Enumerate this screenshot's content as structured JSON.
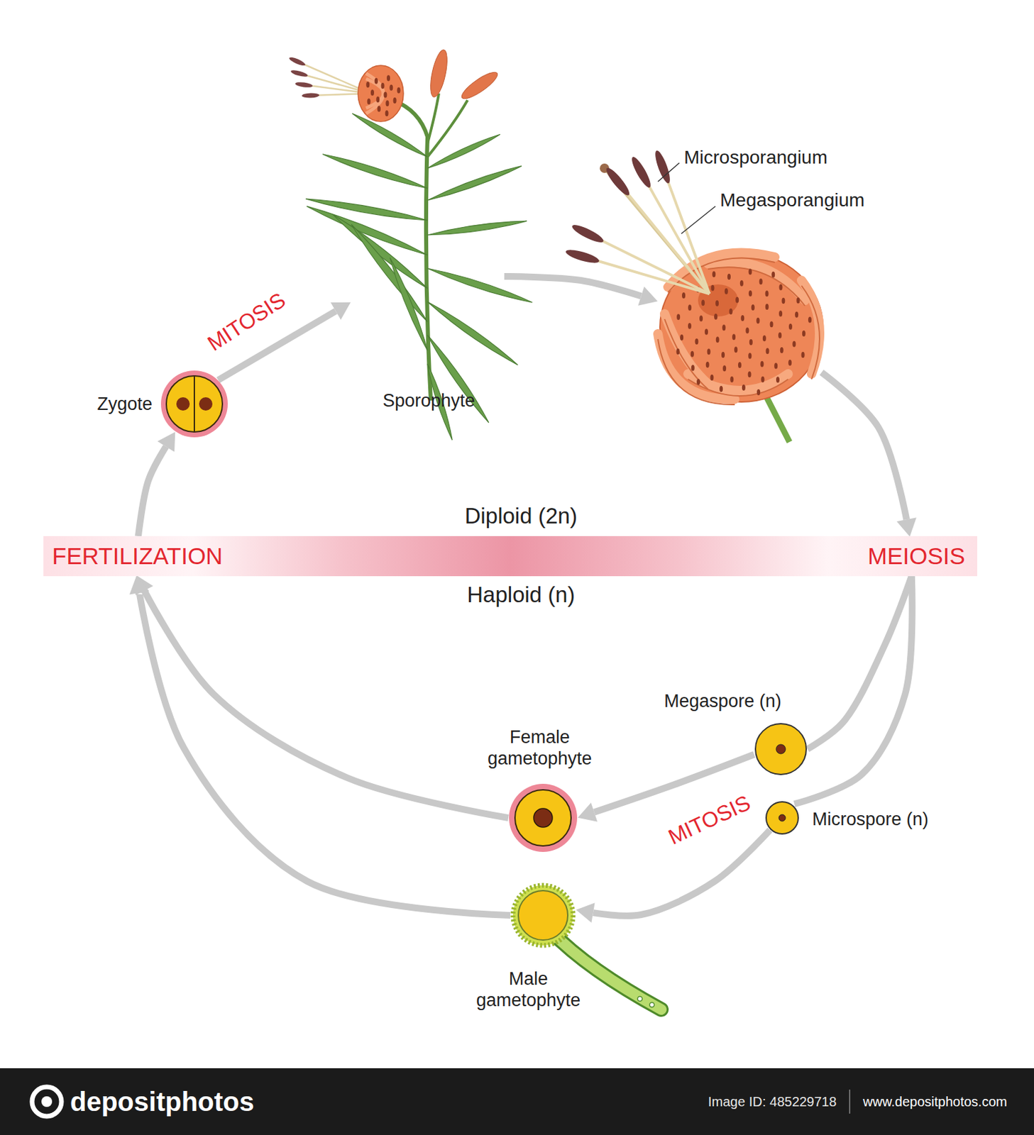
{
  "diagram": {
    "nodes": [
      {
        "text": [
          "Zygote"
        ]
      },
      {
        "text": [
          "Sporophyte"
        ]
      },
      {
        "text": [
          "Microsporangium",
          "Megasporangium"
        ]
      },
      {
        "text": [
          "Diploid (2n)",
          "Haploid (n)"
        ]
      },
      {
        "text": [
          "FERTILIZATION"
        ],
        "in": 3
      },
      {
        "text": [
          "MEIOSIS"
        ],
        "in": 3
      },
      {
        "text": [
          "Megaspore (n)"
        ]
      },
      {
        "text": [
          "Microspore (n)"
        ]
      },
      {
        "text": [
          "Female gametophyte"
        ]
      },
      {
        "text": [
          "Male gametophyte"
        ]
      }
    ],
    "edges": [
      {
        "from": 0,
        "to": 1,
        "arrow": "to",
        "label": "MITOSIS"
      },
      {
        "from": 1,
        "to": 2,
        "arrow": "to"
      },
      {
        "from": 2,
        "to": 5,
        "arrow": "to"
      },
      {
        "from": 5,
        "to": 6,
        "arrow": "none"
      },
      {
        "from": 5,
        "to": 7,
        "arrow": "none"
      },
      {
        "from": 6,
        "to": 8,
        "arrow": "to"
      },
      {
        "from": 7,
        "to": 9,
        "arrow": "to",
        "label": "MITOSIS"
      },
      {
        "from": 8,
        "to": 4,
        "arrow": "to"
      },
      {
        "from": 9,
        "to": 4,
        "arrow": "to"
      },
      {
        "from": 4,
        "to": 0,
        "arrow": "to"
      }
    ],
    "labels": [
      "depositphotos",
      "Image ID: 485229718",
      "www.depositphotos.com"
    ]
  }
}
